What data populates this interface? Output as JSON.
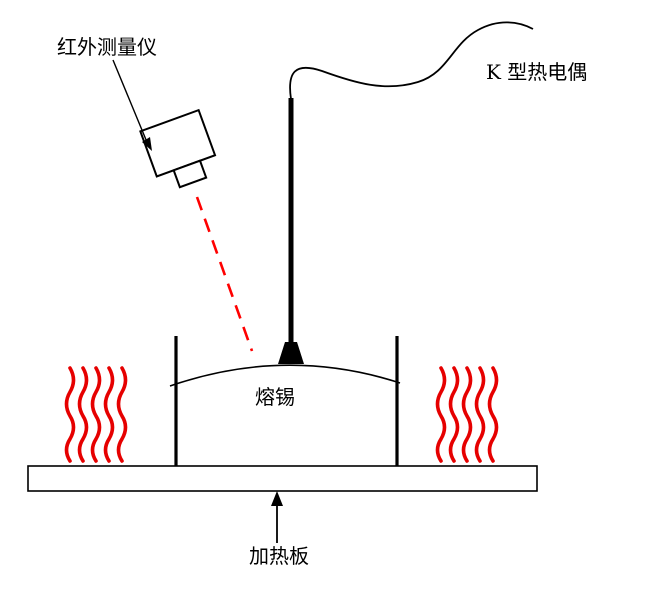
{
  "labels": {
    "infrared_meter": "红外测量仪",
    "thermocouple": "K 型热电偶",
    "molten_solder": "熔锡",
    "heating_plate": "加热板"
  },
  "colors": {
    "heat_wave_red": "#e60000",
    "laser_red": "#ff0000",
    "line_black": "#000000",
    "background": "#ffffff"
  }
}
